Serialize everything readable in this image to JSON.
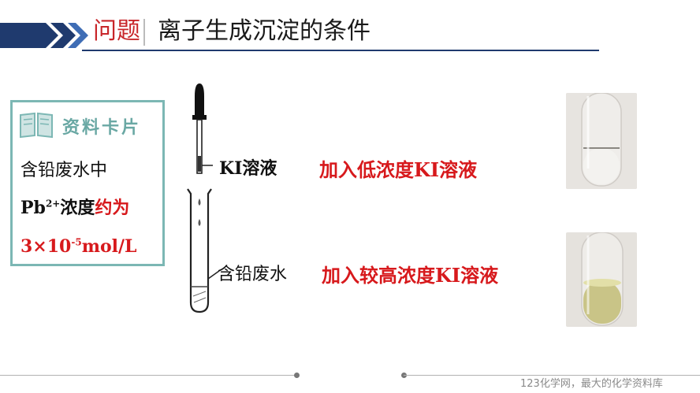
{
  "header": {
    "section_word": "问题",
    "topic": "离子生成沉淀的条件"
  },
  "card": {
    "icon": "book-icon",
    "heading": "资料卡片",
    "line1": "含铅废水中",
    "line2_prefix": "Pb",
    "line2_sup": "2+",
    "line2_mid": "浓度",
    "line2_red": "约为",
    "line3_a": "3×10",
    "line3_sup": "-5",
    "line3_b": "mol/L"
  },
  "apparatus": {
    "dropper_label": "KI溶液",
    "tube_label": "含铅废水"
  },
  "actions": {
    "low": "加入低浓度KI溶液",
    "high": "加入较高浓度KI溶液"
  },
  "footer": {
    "watermark": "123化学网，最大的化学资料库"
  },
  "colors": {
    "accent_red": "#d7191c",
    "header_blue": "#1f3a6e",
    "card_border": "#7cb7b4"
  }
}
